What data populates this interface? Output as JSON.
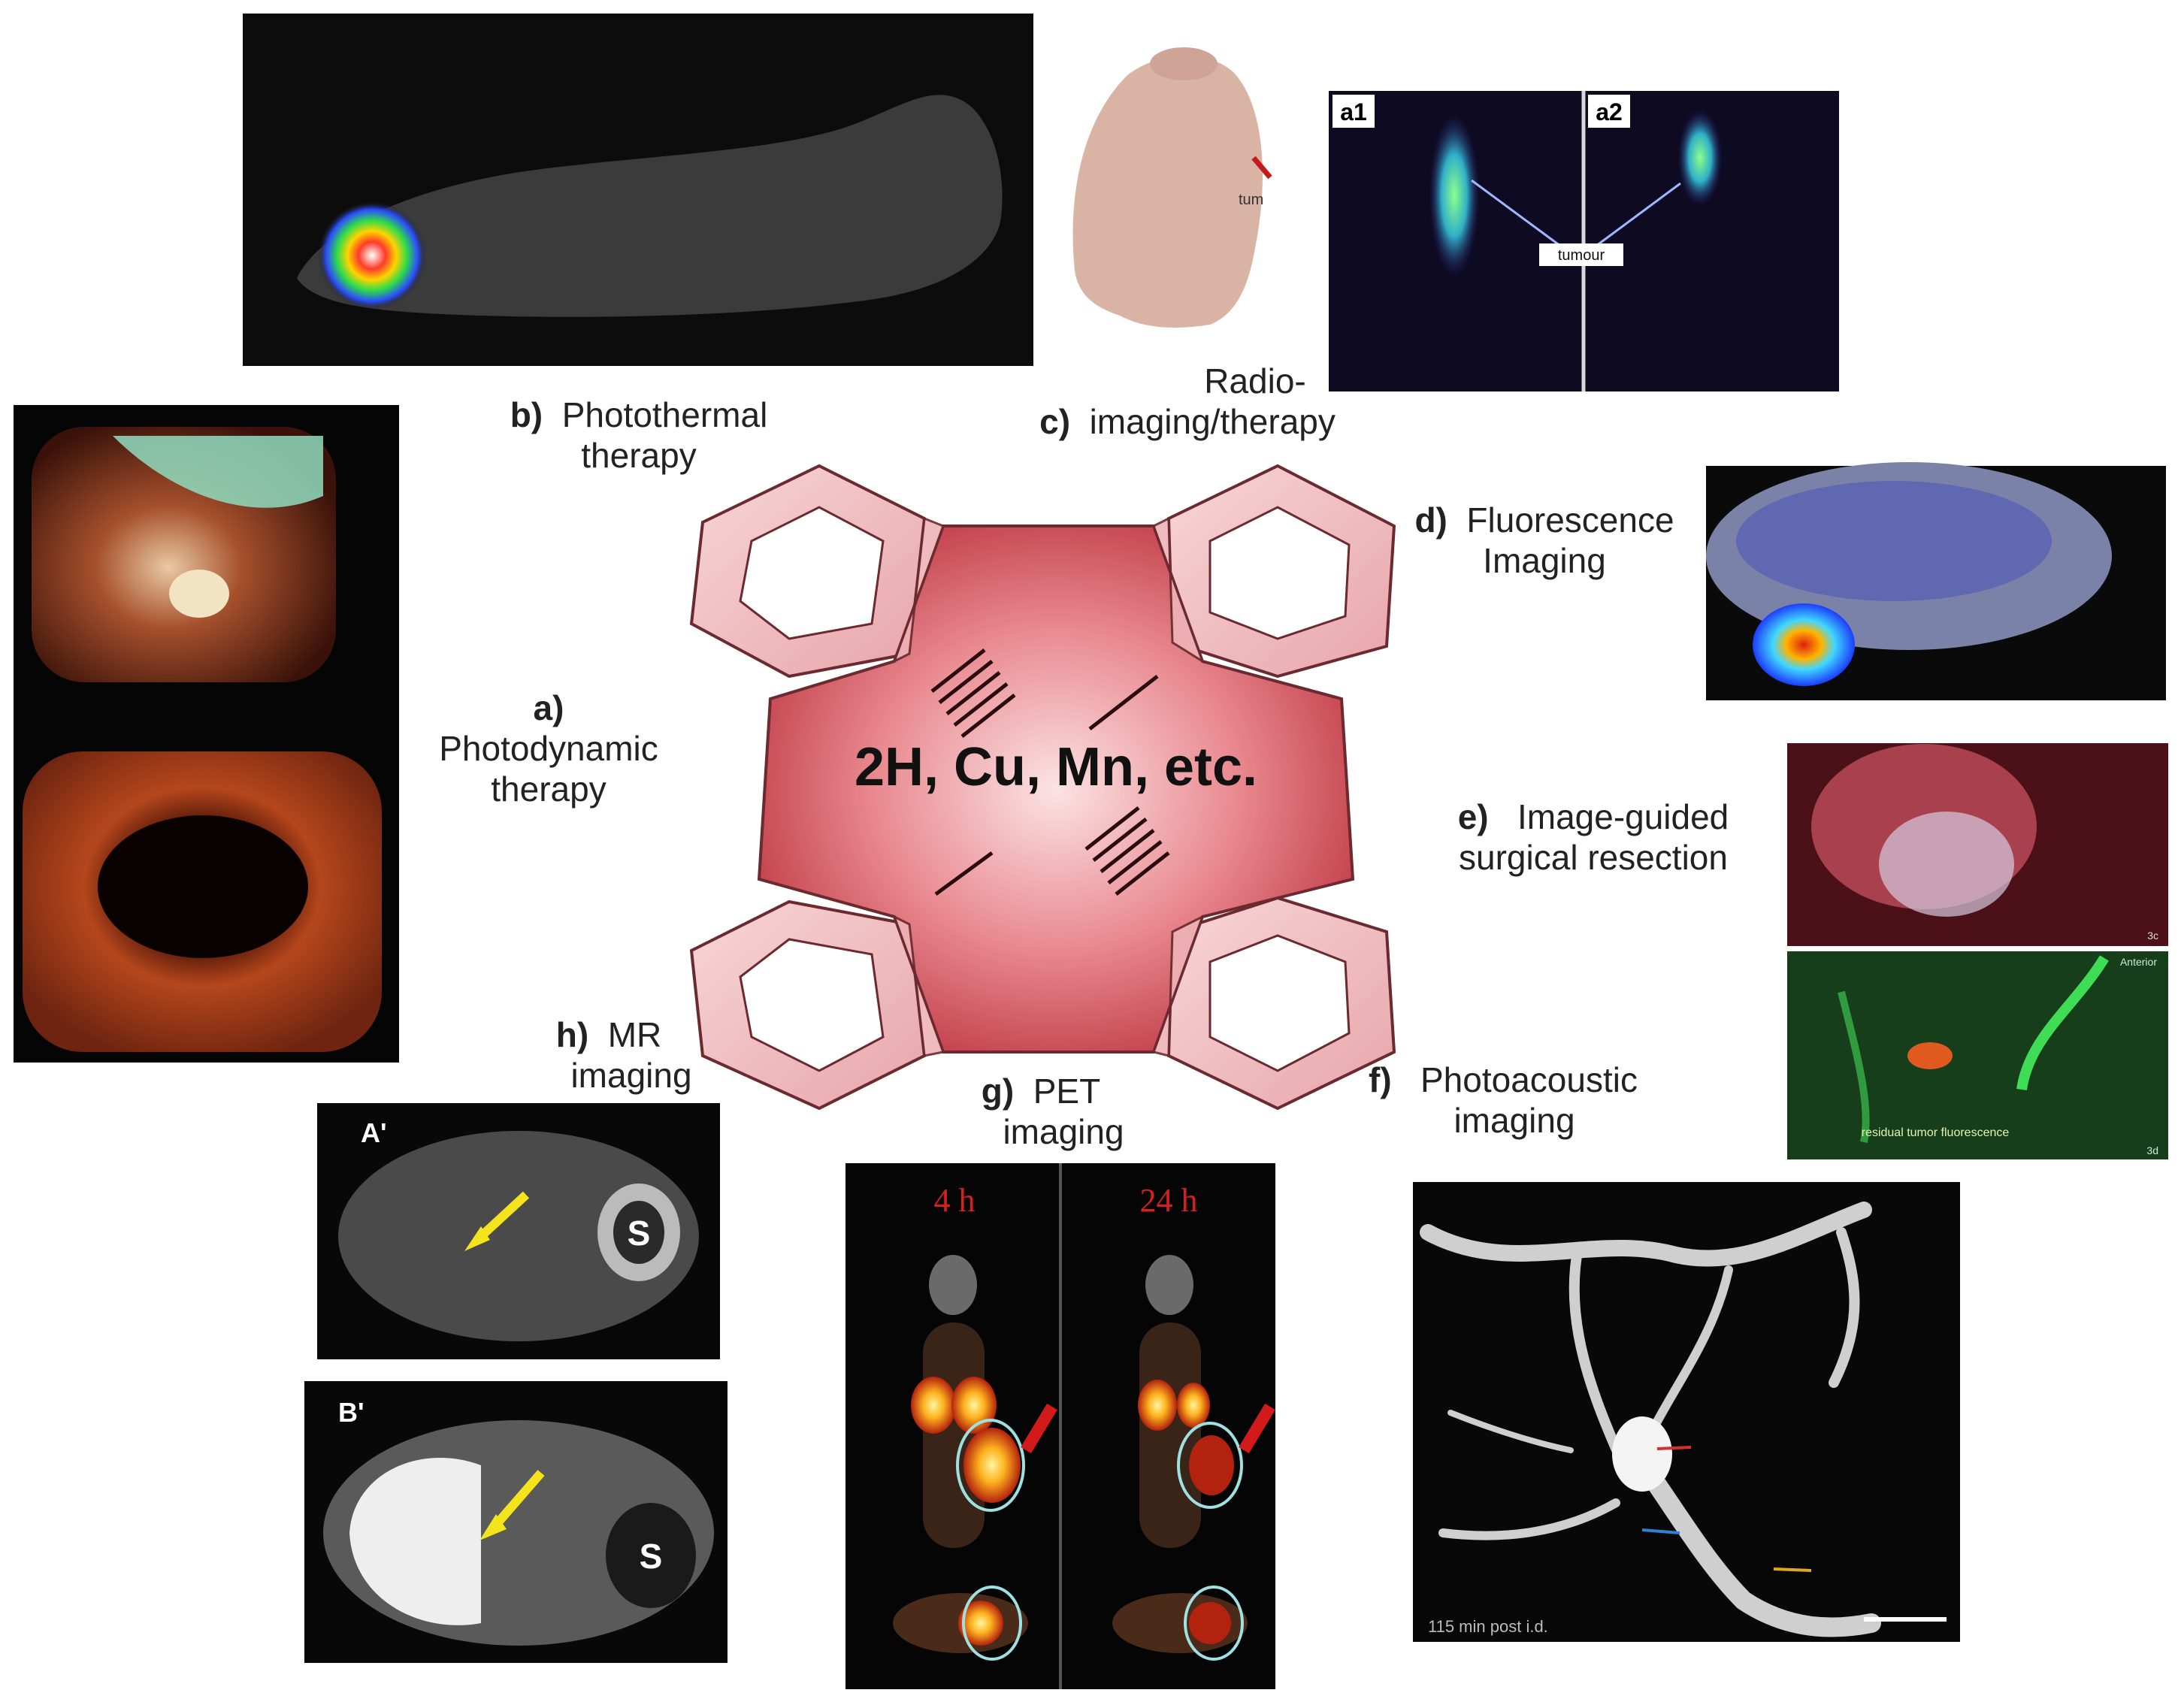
{
  "center": {
    "text": "2H, Cu, Mn, etc."
  },
  "labels": {
    "a": {
      "letter": "a)",
      "line1": "Photodynamic",
      "line2": "therapy"
    },
    "b": {
      "letter": "b)",
      "line1": "Photothermal",
      "line2": "therapy"
    },
    "c": {
      "letter": "c)",
      "line1": "Radio-",
      "line2": "imaging/therapy"
    },
    "d": {
      "letter": "d)",
      "line1": "Fluorescence",
      "line2": "Imaging"
    },
    "e": {
      "letter": "e)",
      "line1": "Image-guided",
      "line2": "surgical resection"
    },
    "f": {
      "letter": "f)",
      "line1": "Photoacoustic",
      "line2": "imaging"
    },
    "g": {
      "letter": "g)",
      "line1": "PET",
      "line2": "imaging"
    },
    "h": {
      "letter": "h)",
      "line1": "MR",
      "line2": "imaging"
    }
  },
  "panels": {
    "radio": {
      "a1": "a1",
      "a2": "a2",
      "tumour": "tumour",
      "mouse_tag": "tum"
    },
    "pet": {
      "t1": "4 h",
      "t2": "24 h"
    },
    "mr": {
      "top": "A'",
      "bottom": "B'",
      "s_mark": "S"
    },
    "surgery": {
      "tag_top": "3c",
      "tag_bottom": "3d",
      "anterior": "Anterior",
      "residual": "residual tumor fluorescence"
    },
    "photoacoustic": {
      "caption": "115 min post i.d."
    }
  },
  "colors": {
    "macrocycle": "#d9505a",
    "pentagon": "#f2c4c7",
    "label_text": "#222222",
    "pet_time": "#d42020"
  }
}
